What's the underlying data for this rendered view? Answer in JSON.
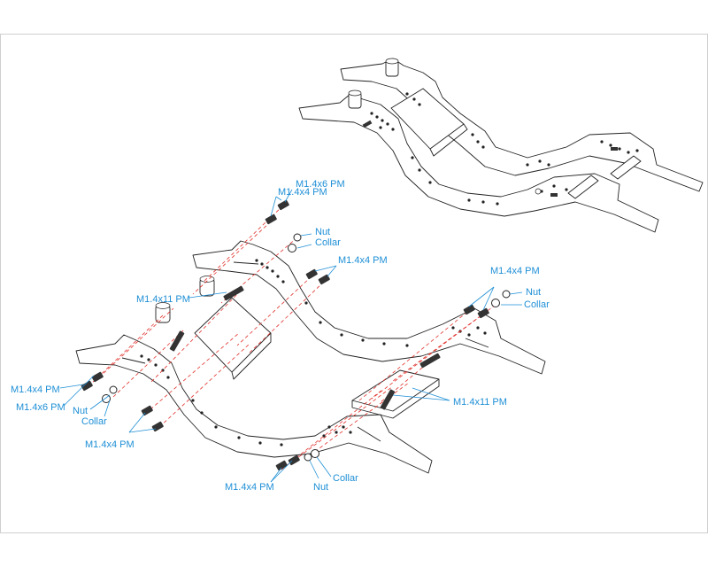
{
  "colors": {
    "callout": "#1e8fd6",
    "alignment_line": "#e0302a",
    "outline": "#222222",
    "frame": "#cfcfcf"
  },
  "labels": {
    "m14x4_pm_top": "M1.4x4 PM",
    "m14x6_pm_top": "M1.4x6 PM",
    "nut_top": "Nut",
    "collar_top": "Collar",
    "m14x4_pm_mid": "M1.4x4 PM",
    "m14x11_pm_left": "M1.4x11 PM",
    "m14x4_pm_right": "M1.4x4 PM",
    "nut_right": "Nut",
    "collar_right": "Collar",
    "m14x4_pm_left": "M1.4x4 PM",
    "m14x6_pm_left": "M1.4x6 PM",
    "nut_left": "Nut",
    "collar_left": "Collar",
    "m14x4_pm_low": "M1.4x4 PM",
    "m14x11_pm_right": "M1.4x11 PM",
    "m14x4_pm_bottom": "M1.4x4 PM",
    "nut_bottom": "Nut",
    "collar_bottom": "Collar"
  }
}
